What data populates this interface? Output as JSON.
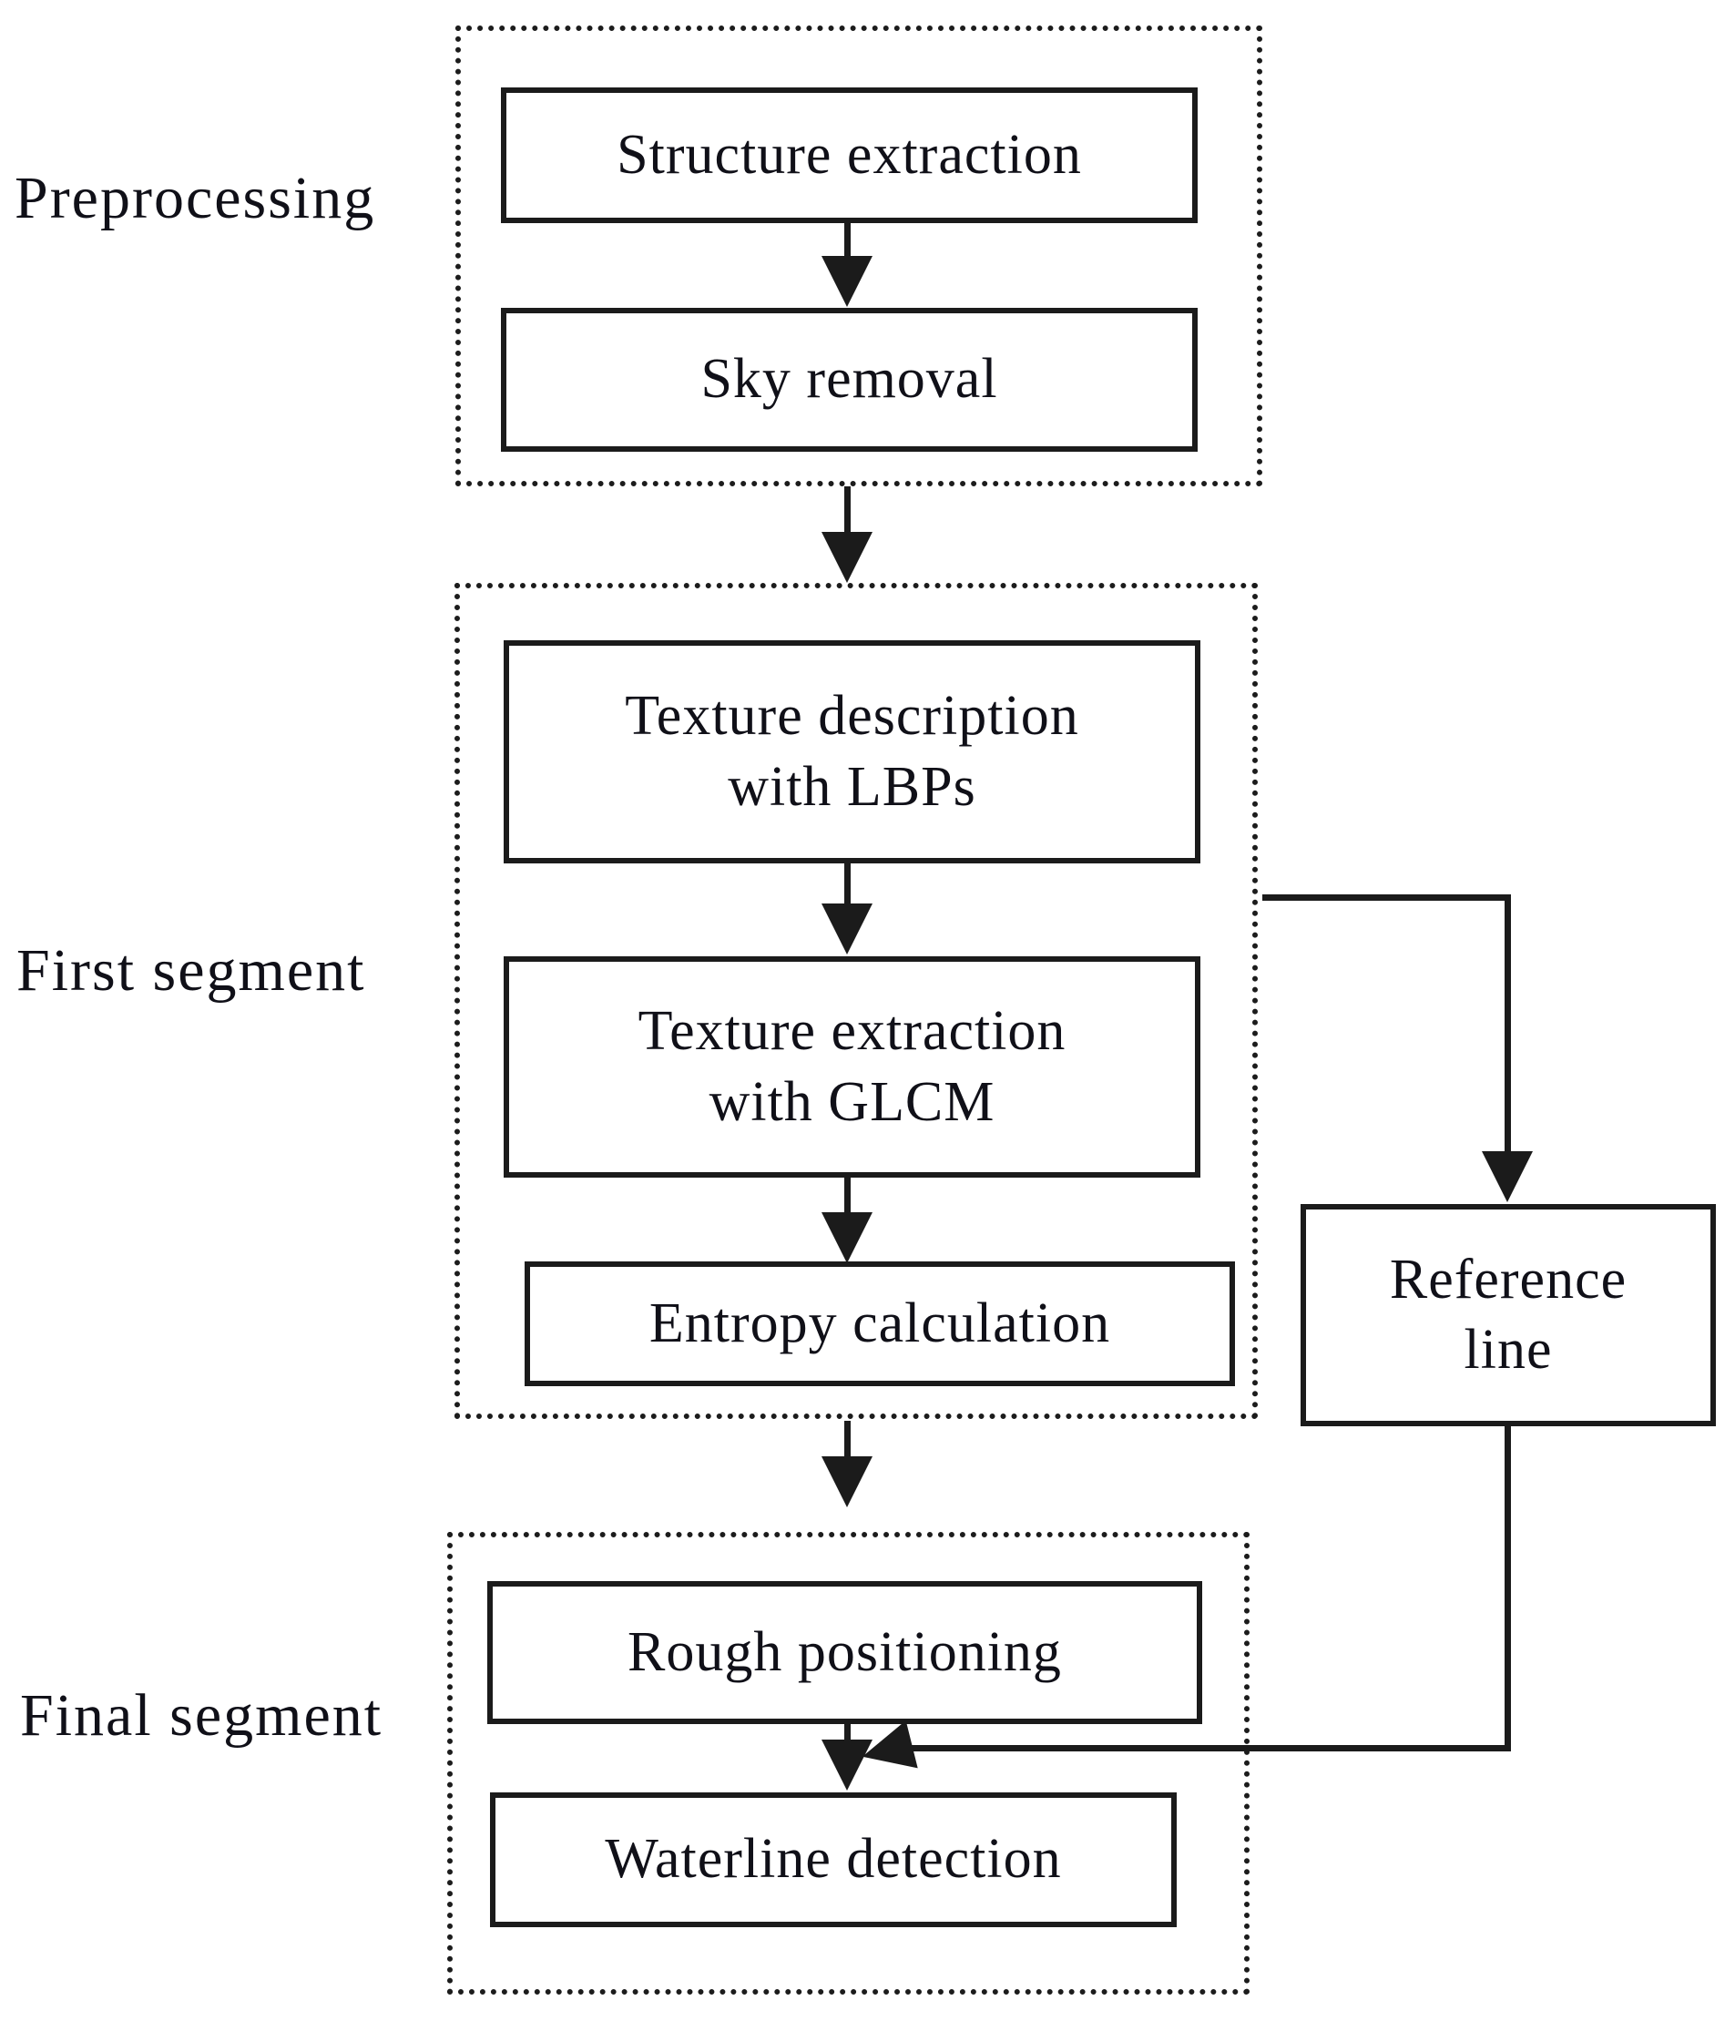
{
  "colors": {
    "background": "#ffffff",
    "line": "#1b1b1b",
    "text": "#101018"
  },
  "labels": {
    "preprocessing": "Preprocessing",
    "first_segment": "First segment",
    "final_segment": "Final segment"
  },
  "nodes": {
    "structure_extraction": "Structure extraction",
    "sky_removal": "Sky removal",
    "texture_description": "Texture description\nwith LBPs",
    "texture_extraction": "Texture extraction\nwith GLCM",
    "entropy_calculation": "Entropy calculation",
    "reference_line": "Reference\nline",
    "rough_positioning": "Rough positioning",
    "waterline_detection": "Waterline detection"
  },
  "edges": [
    {
      "from": "Structure extraction",
      "to": "Sky removal"
    },
    {
      "from": "Preprocessing",
      "to": "First segment"
    },
    {
      "from": "Texture description with LBPs",
      "to": "Texture extraction with GLCM"
    },
    {
      "from": "Texture extraction with GLCM",
      "to": "Entropy calculation"
    },
    {
      "from": "First segment",
      "to": "Final segment"
    },
    {
      "from": "First segment",
      "to": "Reference line"
    },
    {
      "from": "Rough positioning",
      "to": "Waterline detection"
    },
    {
      "from": "Reference line",
      "to": "Waterline detection"
    }
  ]
}
